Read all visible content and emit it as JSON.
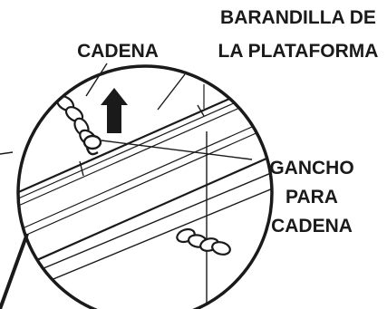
{
  "labels": {
    "platform_rail_line1": "BARANDILLA DE",
    "platform_rail_line2": "LA PLATAFORMA",
    "chain": "CADENA",
    "chain_hook_line1": "GANCHO",
    "chain_hook_line2": "PARA",
    "chain_hook_line3": "CADENA"
  },
  "colors": {
    "ink": "#1a1a1a",
    "background": "#ffffff"
  },
  "icons": {
    "direction_arrow": "up-arrow-icon"
  }
}
